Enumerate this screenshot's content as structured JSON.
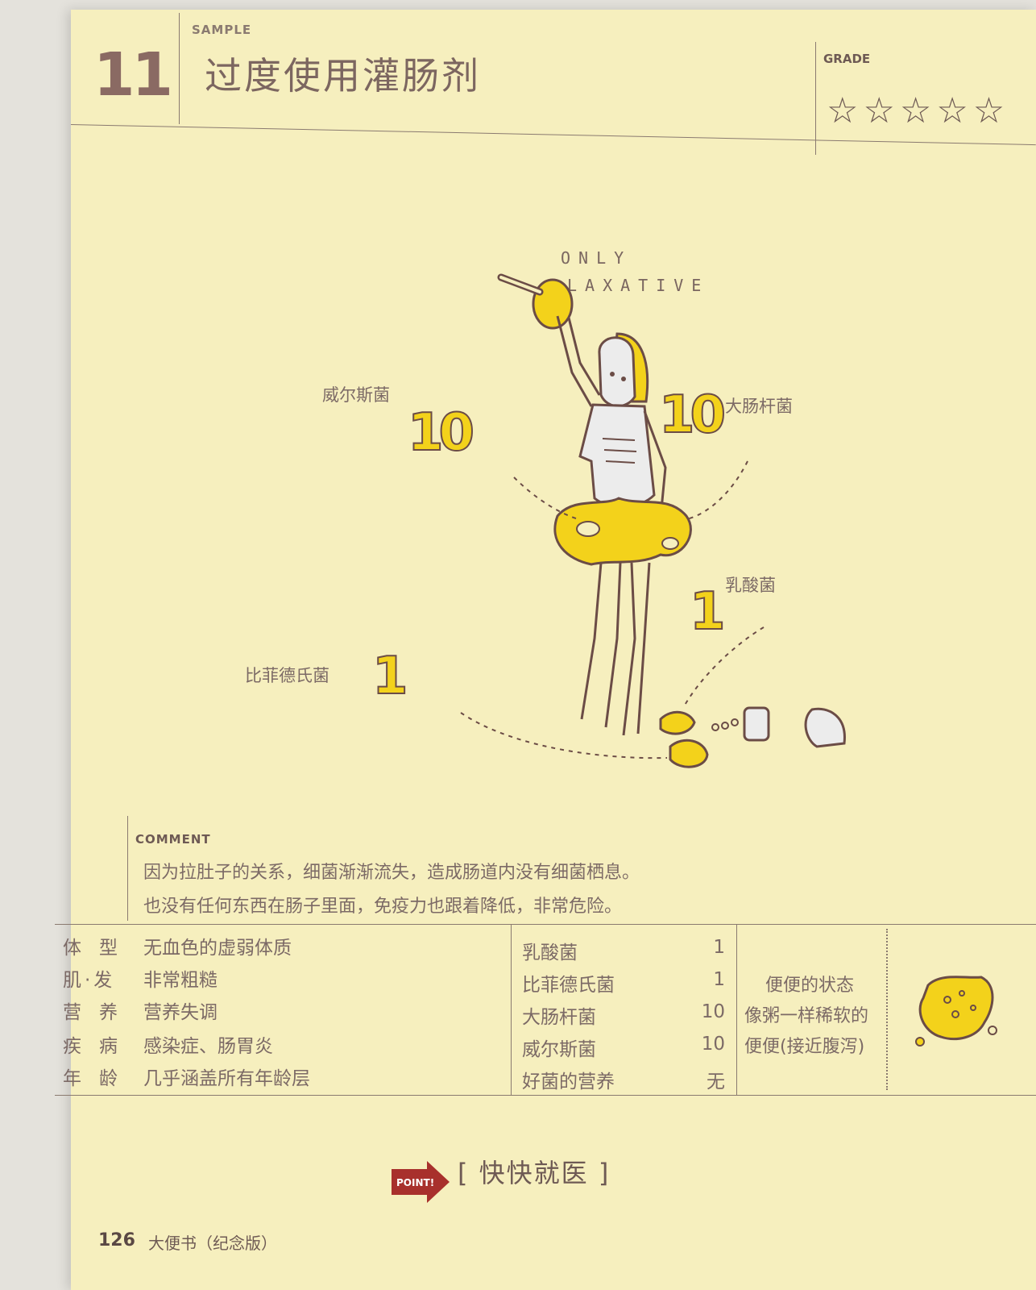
{
  "header": {
    "number": "11",
    "sample_label": "SAMPLE",
    "title": "过度使用灌肠剂",
    "grade_label": "GRADE",
    "stars": "☆☆☆☆☆"
  },
  "illustration": {
    "caption_line1": "ONLY",
    "caption_line2": "LAXATIVE",
    "bacteria": [
      {
        "name": "威尔斯菌",
        "value": "10"
      },
      {
        "name": "大肠杆菌",
        "value": "10"
      },
      {
        "name": "乳酸菌",
        "value": "1"
      },
      {
        "name": "比菲德氏菌",
        "value": "1"
      }
    ]
  },
  "comment": {
    "label": "COMMENT",
    "line1": "因为拉肚子的关系，细菌渐渐流失，造成肠道内没有细菌栖息。",
    "line2": "也没有任何东西在肠子里面，免疫力也跟着降低，非常危险。"
  },
  "profile": [
    {
      "key": "体型",
      "value": "无血色的虚弱体质"
    },
    {
      "key": "肌·发",
      "value": "非常粗糙"
    },
    {
      "key": "营养",
      "value": "营养失调"
    },
    {
      "key": "疾病",
      "value": "感染症、肠胃炎"
    },
    {
      "key": "年龄",
      "value": "几乎涵盖所有年龄层"
    }
  ],
  "bacteria_table": [
    {
      "name": "乳酸菌",
      "value": "1"
    },
    {
      "name": "比菲德氏菌",
      "value": "1"
    },
    {
      "name": "大肠杆菌",
      "value": "10"
    },
    {
      "name": "威尔斯菌",
      "value": "10"
    },
    {
      "name": "好菌的营养",
      "value": "无"
    }
  ],
  "stool": {
    "title": "便便的状态",
    "line1": "像粥一样稀软的",
    "line2": "便便(接近腹泻)"
  },
  "point": {
    "tag": "POINT!",
    "text": "[ 快快就医 ]"
  },
  "footer": {
    "page_number": "126",
    "book_title": "大便书（纪念版）"
  },
  "colors": {
    "paper": "#f6efbe",
    "accent_yellow": "#f3d21b",
    "ink": "#6e5a54",
    "point_red": "#a8302c"
  }
}
